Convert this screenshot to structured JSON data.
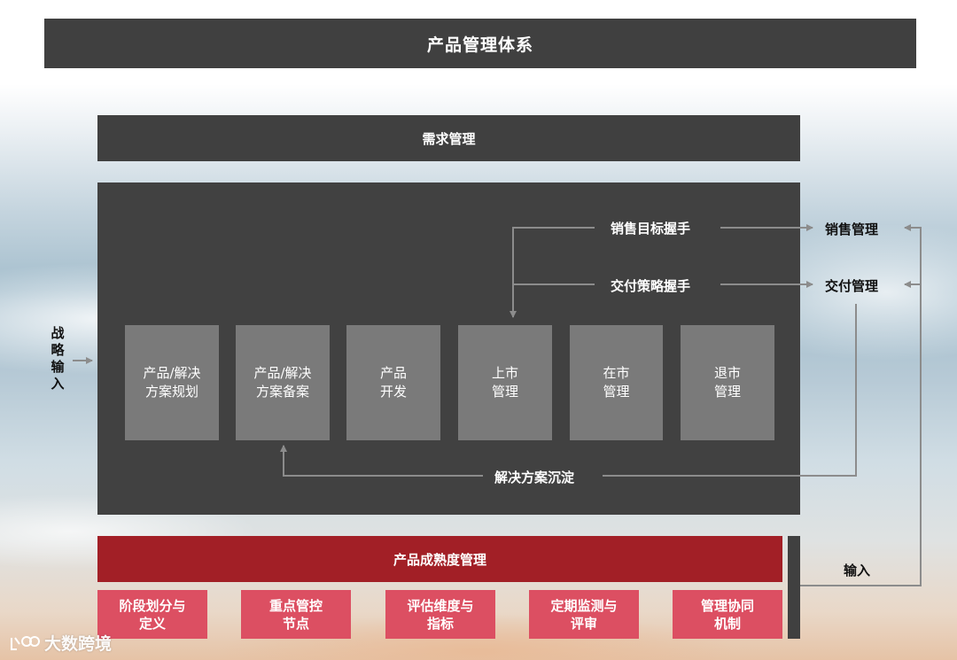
{
  "title": "产品管理体系",
  "demand_management": "需求管理",
  "strategy_input": [
    "战",
    "略",
    "输",
    "入"
  ],
  "lifecycle_stages": [
    {
      "line1": "产品/解决",
      "line2": "方案规划"
    },
    {
      "line1": "产品/解决",
      "line2": "方案备案"
    },
    {
      "line1": "产品",
      "line2": "开发"
    },
    {
      "line1": "上市",
      "line2": "管理"
    },
    {
      "line1": "在市",
      "line2": "管理"
    },
    {
      "line1": "退市",
      "line2": "管理"
    }
  ],
  "flows": {
    "sales_handshake": "销售目标握手",
    "delivery_handshake": "交付策略握手",
    "solution_precipitation": "解决方案沉淀"
  },
  "right_side": {
    "sales_management": "销售管理",
    "delivery_management": "交付管理",
    "input": "输入"
  },
  "maturity": {
    "title": "产品成熟度管理",
    "items": [
      {
        "line1": "阶段划分与",
        "line2": "定义"
      },
      {
        "line1": "重点管控",
        "line2": "节点"
      },
      {
        "line1": "评估维度与",
        "line2": "指标"
      },
      {
        "line1": "定期监测与",
        "line2": "评审"
      },
      {
        "line1": "管理协同",
        "line2": "机制"
      }
    ]
  },
  "watermark": "大数跨境",
  "colors": {
    "dark_panel": "#414141",
    "stage_box": "#7a7a7a",
    "maturity_bar": "#a21f26",
    "maturity_item": "#dc4f62",
    "arrow_gray": "#8c8c8c"
  }
}
